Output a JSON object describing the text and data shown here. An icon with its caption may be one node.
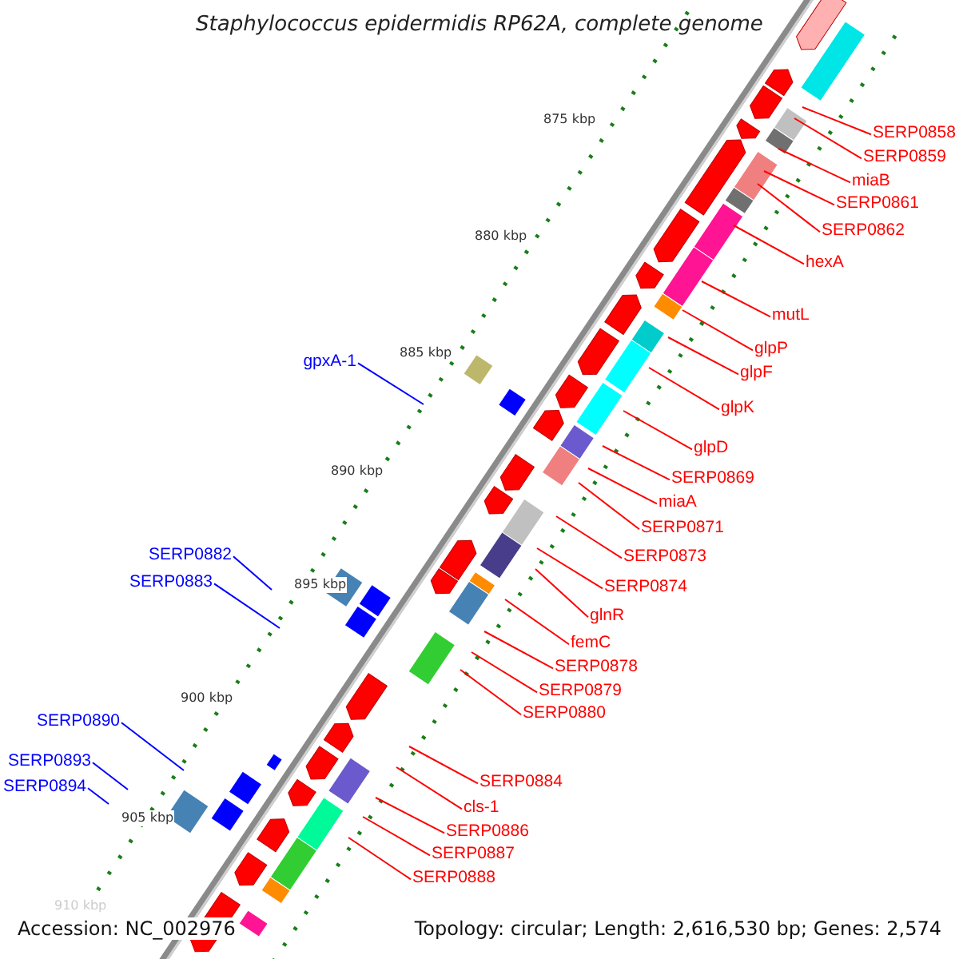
{
  "diagram": {
    "title": "Staphylococcus epidermidis RP62A, complete genome",
    "nodes": [
      {
        "text": [
          "SERP0858"
        ]
      },
      {
        "text": [
          "SERP0859"
        ]
      },
      {
        "text": [
          "miaB"
        ]
      },
      {
        "text": [
          "SERP0861"
        ]
      },
      {
        "text": [
          "SERP0862"
        ]
      },
      {
        "text": [
          "hexA"
        ]
      },
      {
        "text": [
          "mutL"
        ]
      },
      {
        "text": [
          "glpP"
        ]
      },
      {
        "text": [
          "glpF"
        ]
      },
      {
        "text": [
          "glpK"
        ]
      },
      {
        "text": [
          "glpD"
        ]
      },
      {
        "text": [
          "SERP0869"
        ]
      },
      {
        "text": [
          "miaA"
        ]
      },
      {
        "text": [
          "SERP0871"
        ]
      },
      {
        "text": [
          "SERP0873"
        ]
      },
      {
        "text": [
          "SERP0874"
        ]
      },
      {
        "text": [
          "glnR"
        ]
      },
      {
        "text": [
          "femC"
        ]
      },
      {
        "text": [
          "SERP0878"
        ]
      },
      {
        "text": [
          "SERP0879"
        ]
      },
      {
        "text": [
          "SERP0880"
        ]
      },
      {
        "text": [
          "SERP0884"
        ]
      },
      {
        "text": [
          "cls-1"
        ]
      },
      {
        "text": [
          "SERP0886"
        ]
      },
      {
        "text": [
          "SERP0887"
        ]
      },
      {
        "text": [
          "SERP0888"
        ]
      },
      {
        "text": [
          "gpxA-1"
        ]
      },
      {
        "text": [
          "SERP0882"
        ]
      },
      {
        "text": [
          "SERP0883"
        ]
      },
      {
        "text": [
          "SERP0890"
        ]
      },
      {
        "text": [
          "SERP0893"
        ]
      },
      {
        "text": [
          "SERP0894"
        ]
      }
    ],
    "edges": [
      {
        "from": 0,
        "to": null,
        "arrow": "none"
      },
      {
        "from": 1,
        "to": null,
        "arrow": "none"
      },
      {
        "from": 2,
        "to": null,
        "arrow": "none"
      },
      {
        "from": 3,
        "to": null,
        "arrow": "none"
      },
      {
        "from": 4,
        "to": null,
        "arrow": "none"
      },
      {
        "from": 5,
        "to": null,
        "arrow": "none"
      },
      {
        "from": 6,
        "to": null,
        "arrow": "none"
      },
      {
        "from": 7,
        "to": null,
        "arrow": "none"
      },
      {
        "from": 8,
        "to": null,
        "arrow": "none"
      },
      {
        "from": 9,
        "to": null,
        "arrow": "none"
      },
      {
        "from": 10,
        "to": null,
        "arrow": "none"
      },
      {
        "from": 11,
        "to": null,
        "arrow": "none"
      },
      {
        "from": 12,
        "to": null,
        "arrow": "none"
      },
      {
        "from": 13,
        "to": null,
        "arrow": "none"
      },
      {
        "from": 14,
        "to": null,
        "arrow": "none"
      },
      {
        "from": 15,
        "to": null,
        "arrow": "none"
      },
      {
        "from": 16,
        "to": null,
        "arrow": "none"
      },
      {
        "from": 17,
        "to": null,
        "arrow": "none"
      },
      {
        "from": 18,
        "to": null,
        "arrow": "none"
      },
      {
        "from": 19,
        "to": null,
        "arrow": "none"
      },
      {
        "from": 20,
        "to": null,
        "arrow": "none"
      },
      {
        "from": 21,
        "to": null,
        "arrow": "none"
      },
      {
        "from": 22,
        "to": null,
        "arrow": "none"
      },
      {
        "from": 23,
        "to": null,
        "arrow": "none"
      },
      {
        "from": 24,
        "to": null,
        "arrow": "none"
      },
      {
        "from": 25,
        "to": null,
        "arrow": "none"
      },
      {
        "from": 26,
        "to": null,
        "arrow": "none",
        "color": "#0000ff"
      },
      {
        "from": 27,
        "to": null,
        "arrow": "none",
        "color": "#0000ff"
      },
      {
        "from": 28,
        "to": null,
        "arrow": "none",
        "color": "#0000ff"
      },
      {
        "from": 29,
        "to": null,
        "arrow": "none",
        "color": "#0000ff"
      },
      {
        "from": 30,
        "to": null,
        "arrow": "none",
        "color": "#0000ff"
      },
      {
        "from": 31,
        "to": null,
        "arrow": "none",
        "color": "#0000ff"
      }
    ],
    "labels": [
      "875 kbp",
      "880 kbp",
      "885 kbp",
      "890 kbp",
      "895 kbp",
      "900 kbp",
      "905 kbp",
      "910 kbp",
      "Accession: NC_002976",
      "Topology: circular; Length: 2,616,530 bp; Genes: 2,574"
    ]
  }
}
